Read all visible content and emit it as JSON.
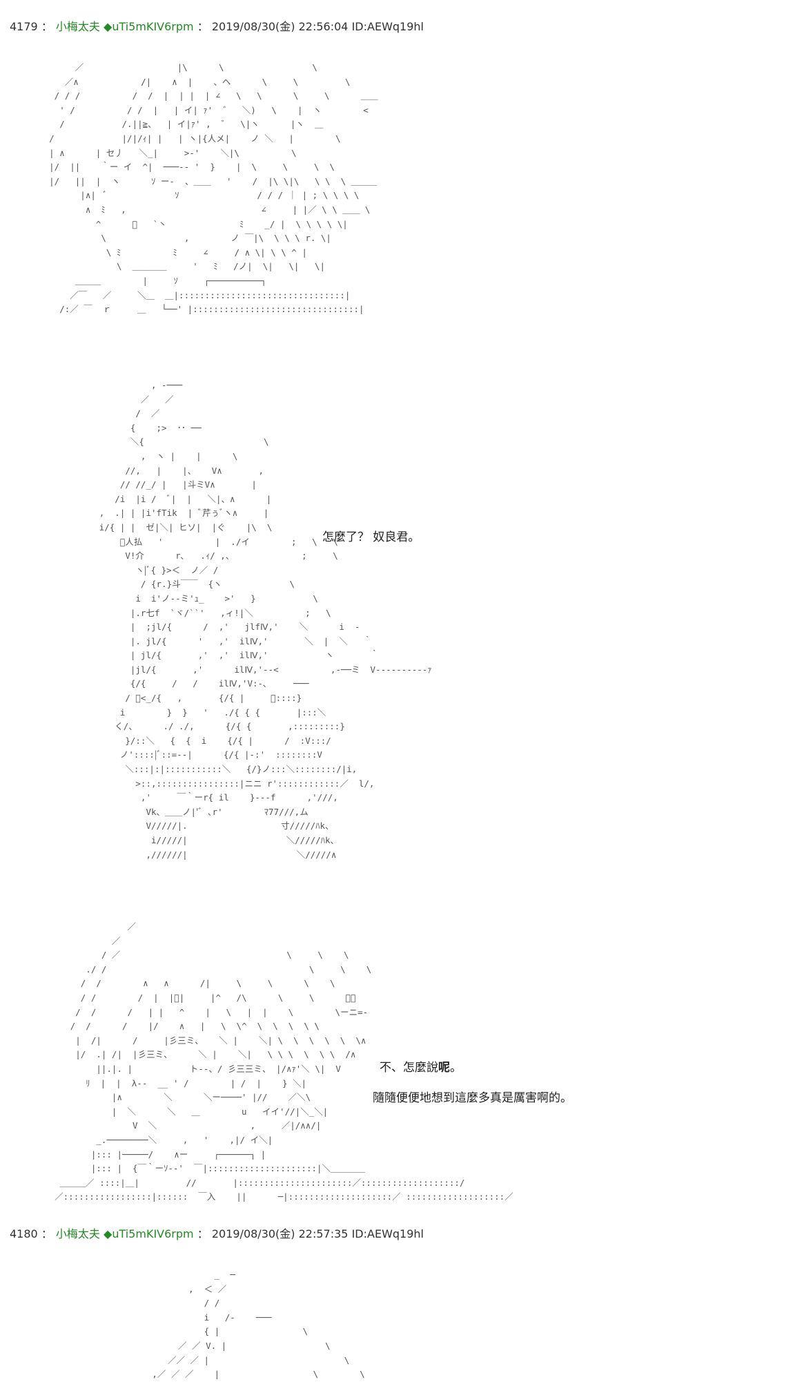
{
  "posts": [
    {
      "number": "4179",
      "separator": "：",
      "name": "小梅太夫",
      "trip": "◆uTi5mKIV6rpm",
      "separator2": "：",
      "datetime": "2019/08/30(金) 22:56:04",
      "id": "ID:AEWq19hl"
    },
    {
      "number": "4180",
      "separator": "：",
      "name": "小梅太夫",
      "trip": "◆uTi5mKIV6rpm",
      "separator2": "：",
      "datetime": "2019/08/30(金) 22:57:35",
      "id": "ID:AEWq19hl"
    }
  ],
  "dialogs": {
    "line1": "怎麼了？ 奴良君。",
    "line2a": "不、怎麼說",
    "line2b": "呢",
    "line2c": "。",
    "line3": "隨隨便便地想到這麼多真是厲害啊的。"
  },
  "art": {
    "block1": "           ／                  |\\      \\                 \\\n         ／∧            /|    ∧  |    、ヘ      \\     \\         \\\n       / / /          /  /  |  | |  | ∠   \\   \\      \\     \\      ＿＿\n        ' /          / /  |   | イ| ｧ'  ゛  ＼)   \\    |  ヽ        <\n        /           /.||≧、  | イ|ｧ' ,  ゛  \\|ヽ      |ヽ  ＿\n      /             |/|/ｨ| |   | ヽ|{人メ|    ノ ＼   |        \\\n      | ∧      | セ丿   ＼_|     >-'    ＼|\\          \\\n      |/  ||    ｀ー イ  ^|  ───-- '  }    |  \\     \\     \\  \\\n      |/   ||  |  ヽ      ｿ ー-  、＿＿   '    /  |\\ \\|\\   \\ \\  \\ ＿＿＿\n            |∧|  ﾞ             ｿ               / / / ｜ | ; \\ \\ \\ \\\n             ∧  ﾐ   ,                          ∠     | |／ \\ \\ ＿＿ \\\n               ^      ﾞ   `丶              ﾐ    _/ |  \\ \\ \\ \\ \\|\n                \\               ,        ノ ￣|\\  \\ \\ \\ r. \\|\n                 \\ ﾐ          ﾐ     ∠     / ∧ \\| \\ \\ ^ |\n                   \\  ＿＿＿＿     '   ﾐ   /ノ|  \\|   \\|   \\|\n           ＿＿＿        |     ｿ     ┌──────────┐\n          ／￣   ／     ＼＿  ＿|::::::::::::::::::::::::::::::::|\n        /:／ ￣  ｒ     ＿   └──' |::::::::::::::::::::::::::::::::|",
    "block2": "                   , -───\n                 ／   ／\n                /  ／\n               {    ;>  ･･ ──\n               ＼{                       \\\n                 ,  ヽ |    |      \\\n              //,   |    |、   V∧       ,\n             // //_/ |   |斗ミV∧       |\n            /i  |i /  ﾞ|  |   ＼|、∧      |\n         ,  .| | |i'fTik  | ﾞ芹ぅﾞヽ∧     |\n         i/{ | |  ゼ|＼| ヒソ|  |ぐ    |\\  \\\n             ﾞ人払   '          |  ./イ        ;   \\   \\\n              V!介      r､   .ｨ/ ,、             ;     \\\n                ヽ|ﾞ{ }>＜  ノ／ /\n                 / {r.}斗￣￣  {ヽ             \\\n                i  i'ノ--ミ'ｭ_    >'   }           \\\n               |.r七f  `ヾ/``'   ,ィ!|＼          ;   \\\n               |  ;jl/{      /  ,'   jlfⅣ,'    ＼      i  -\n               |. jl/{      '   ,'  ilⅣ,'       ＼  |  ＼   ｀\n               | jl/{       ,'  ,'  ilⅣ,'           ヽ       ｀\n               |jl/{       ,'      ilⅣ,'-‐<          ,-──ミ  V----------ｧ\n               {/{     /   /    ilⅣ,'V:-､     ───\n              / ﾞ<_/{   ,       {/{ |     ＼::::}\n             i        }  }   '   ./{ { {       |:::＼\n            く/、     ./ ./,      {/{ {       ,:::::::::}\n              }/::＼   {  {  i    {/{ |      /  :V:::/\n             ノ'::::|ﾞ::=--|      {/{ |-:'  ::::::::V\n              ＼:::|:|:::::::::::＼   {/}ノ:::＼::::::::/|i,\n                >::,::::::::::::::::|ニニ r'::::::::::::／  l/,\n                 ,'     ￣｀ーr{ il    }---f      ,'///,\n                  Vk、＿＿ノ|'ﾞ ､r'        ﾏ77///,ム\n                  V/////|.                  寸/////ﾊk、\n                   i/////|                   ＼/////ﾊk、\n                  ,//////|                     ＼/////∧",
    "block3": "                    ／\n                 ／\n               / ／                                \\     \\    \\\n            ./ /                                       \\     \\    \\\n           /  /        ∧   ∧      /|     \\     \\      \\    \\\n           / /        /  |  |ﾞ|     |^   /\\      \\     \\      ＿＿\n          /  /      /   | |   ^    |   \\   |  |    \\        \\ーニ=-\n         /  /      /    |/    ∧   |   \\  \\^  \\  \\  \\  \\ \\\n          |  /|      /     |彡三ミ、   ＼ |    ＼| \\  \\  \\  \\  \\  \\∧\n          |/  .| /|  |彡三ミ、     ＼ |    ＼|   \\ \\ \\  \\  \\ \\  /∧\n              ||.|. |           ト--、/ 彡三三ミ、 |/∧ｧ'＼ \\|  V\n            ﾘ  |  |  λ-‐  __ ' /        | /  |    } ＼|\n                 |∧        ＼      ＼ー────' |//    ／＼\\\n                 |  ＼      ＼   ＿        u   イイ'//|＼_＼|\n                     V  ＼                  ,     ／|/∧∧/|\n              _.────────＼     ,   '    ,|/ イ＼|\n             |::: |─────/    ∧ー     ┌──────┐ |\n             |::: |  {￣｀ーｿ-‐'  ￣|:::::::::::::::::::::|＼＿＿＿＿\n       ＿＿＿／ ::::|＿|         //       |::::::::::::::::::::::／:::::::::::::::::::/\n      ／:::::::::::::::::|::::::  ￣入    ||      ─|::::::::::::::::::::／ :::::::::::::::::::／",
    "block4": "                            _  ─\n                       ,  ＜ ／\n                          / /\n                          i   /-    ───\n                          { |                \\\n                     ／ ／ V. |                   \\\n                   ／／ ／ |                          \\\n                ,／ ／ ／    |                  \\        \\"
  }
}
